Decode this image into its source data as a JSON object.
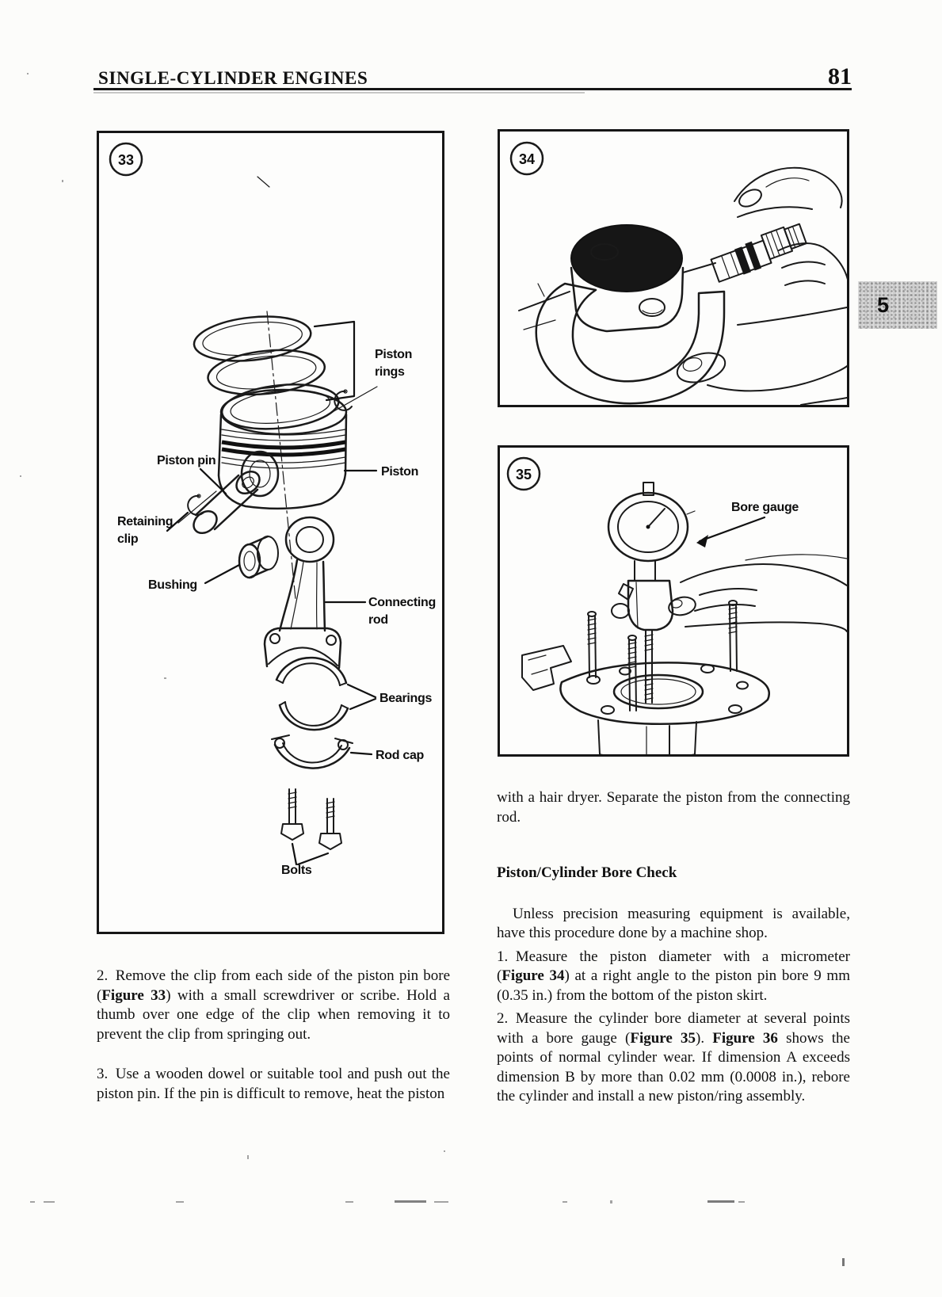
{
  "header": {
    "title": "SINGLE-CYLINDER ENGINES",
    "page_number": "81"
  },
  "chapter_tab": {
    "label": "5"
  },
  "figures": {
    "fig33": {
      "number": "33",
      "labels": {
        "piston_rings": [
          "Piston",
          "rings"
        ],
        "piston_pin": "Piston pin",
        "piston": "Piston",
        "retaining_clip": [
          "Retaining",
          "clip"
        ],
        "bushing": "Bushing",
        "connecting_rod": [
          "Connecting",
          "rod"
        ],
        "bearings": "Bearings",
        "rod_cap": "Rod cap",
        "bolts": "Bolts"
      }
    },
    "fig34": {
      "number": "34"
    },
    "fig35": {
      "number": "35",
      "labels": {
        "bore_gauge": "Bore gauge"
      }
    }
  },
  "left_column": {
    "step2": [
      {
        "t": "2. Remove the clip from each side of the piston pin bore ("
      },
      {
        "t": "Figure 33",
        "b": true
      },
      {
        "t": ") with a small screwdriver or scribe. Hold a thumb over one edge of the clip when removing it to prevent the clip from springing out."
      }
    ],
    "step3": [
      {
        "t": "3. Use a wooden dowel or suitable tool and push out the piston pin. If the pin is difficult to remove, heat the piston"
      }
    ]
  },
  "right_column": {
    "continuation": [
      {
        "t": "with a hair dryer. Separate the piston from the connecting rod."
      }
    ],
    "heading": "Piston/Cylinder Bore Check",
    "intro": [
      {
        "t": "Unless precision measuring equipment is available, have this procedure done by a machine shop."
      }
    ],
    "step1": [
      {
        "t": "1. Measure the piston diameter with a micrometer ("
      },
      {
        "t": "Figure 34",
        "b": true
      },
      {
        "t": ") at a right angle to the piston pin bore 9 mm (0.35 in.) from the bottom of the piston skirt."
      }
    ],
    "step2": [
      {
        "t": "2. Measure the cylinder bore diameter at several points with a bore gauge ("
      },
      {
        "t": "Figure 35",
        "b": true
      },
      {
        "t": "). "
      },
      {
        "t": "Figure 36",
        "b": true
      },
      {
        "t": " shows the points of normal cylinder wear. If dimension A exceeds dimension B by more than 0.02 mm (0.0008 in.), rebore the cylinder and install a new piston/ring assembly."
      }
    ]
  }
}
